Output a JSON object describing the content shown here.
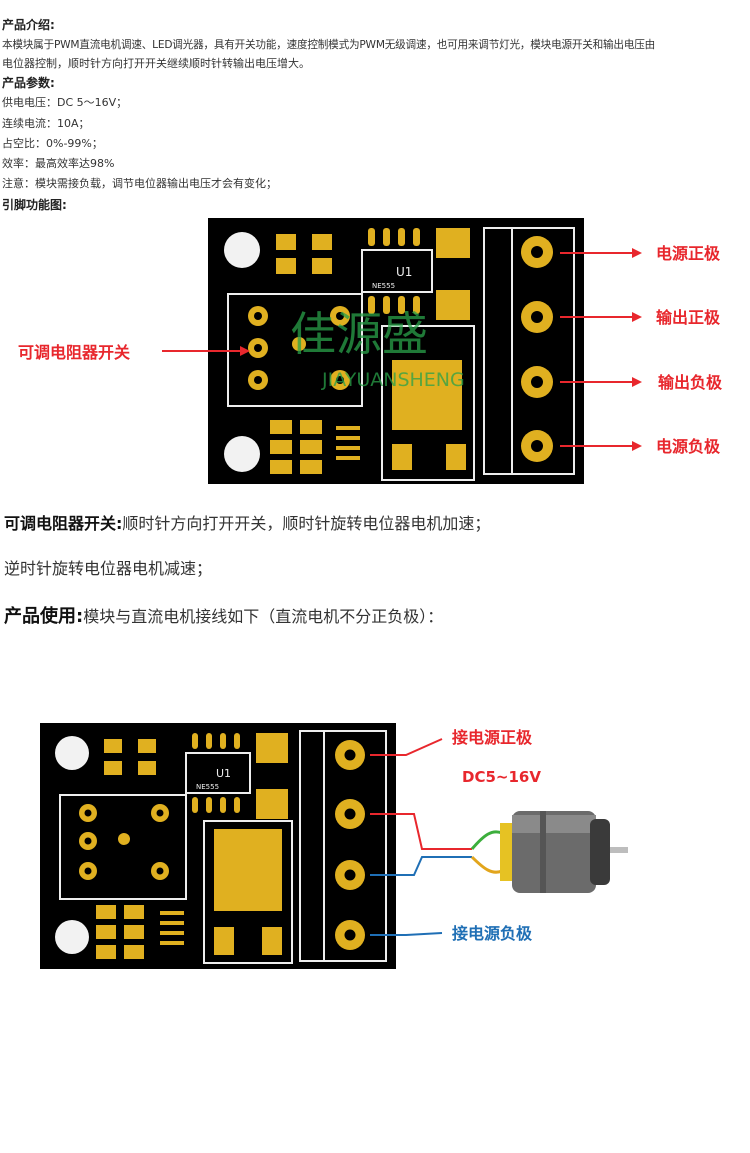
{
  "intro": {
    "heading": "产品介绍:",
    "line1": "本模块属于PWM直流电机调速、LED调光器，具有开关功能，速度控制模式为PWM无级调速，也可用来调节灯光，模块电源开关和输出电压由",
    "line2": "电位器控制，顺时针方向打开开关继续顺时针转输出电压增大。"
  },
  "params": {
    "heading": "产品参数:",
    "items": [
      "供电电压：DC 5～16V；",
      "连续电流：10A；",
      "占空比：0%-99%；",
      "效率：最高效率达98%",
      "注意：模块需接负载，调节电位器输出电压才会有变化；"
    ]
  },
  "pinout": {
    "heading": "引脚功能图:",
    "label_left": "可调电阻器开关",
    "labels_right": [
      "电源正极",
      "输出正极",
      "输出负极",
      "电源负极"
    ],
    "chip_label": "U1",
    "chip_code": "NE555",
    "watermark_cn": "佳源盛",
    "watermark_en": "JIAYUANSHENG"
  },
  "desc": {
    "switch_label": "可调电阻器开关:",
    "switch_text1": "顺时针方向打开开关，顺时针旋转电位器电机加速；",
    "switch_text2": "逆时针旋转电位器电机减速；",
    "usage_label": "产品使用:",
    "usage_text": "模块与直流电机接线如下（直流电机不分正负极）："
  },
  "wiring": {
    "pos_label": "接电源正极",
    "voltage_label": "DC5~16V",
    "neg_label": "接电源负极",
    "chip_label": "U1",
    "chip_code": "NE555"
  },
  "colors": {
    "board": "#000000",
    "copper": "#e0b020",
    "label_red": "#e8272d",
    "arrow_red": "#e8272d",
    "wire_blue": "#1f6fb5",
    "watermark": "#2aa24a"
  }
}
